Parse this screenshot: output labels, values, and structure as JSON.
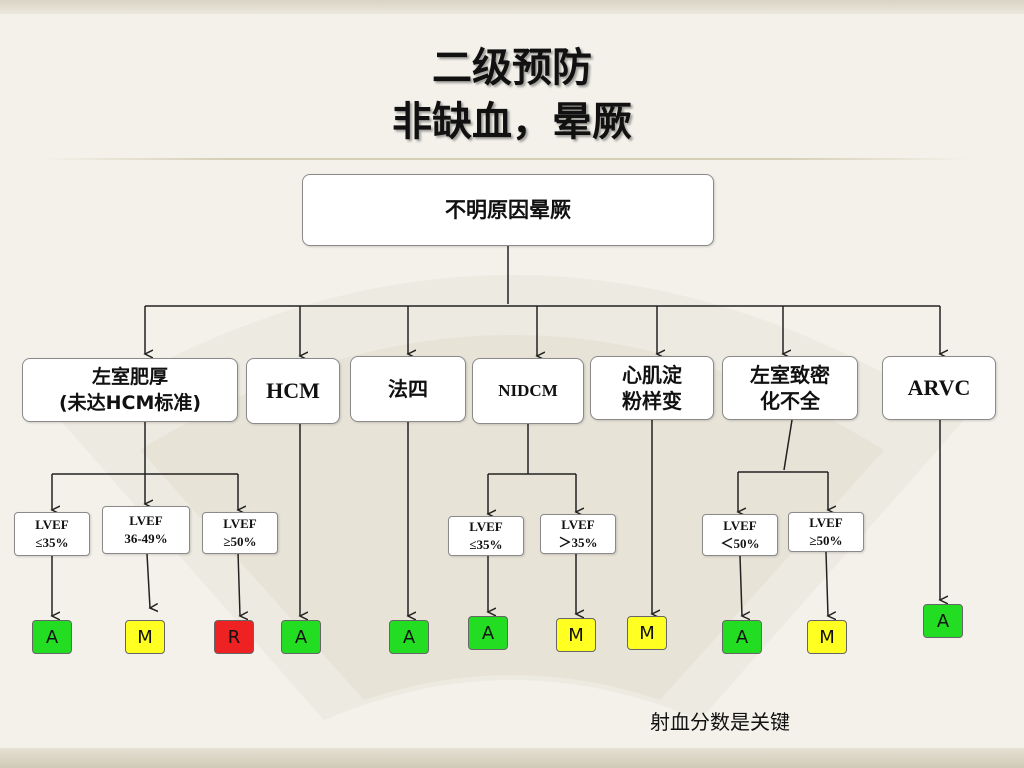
{
  "title": {
    "line1": "二级预防",
    "line2": "非缺血，晕厥"
  },
  "root": "不明原因晕厥",
  "categories": {
    "lvh": "左室肥厚\n(未达HCM标准)",
    "hcm": "HCM",
    "tof": "法四",
    "nidcm": "NIDCM",
    "amyloid": "心肌淀\n粉样变",
    "lvnc": "左室致密\n化不全",
    "arvc": "ARVC"
  },
  "lvef": {
    "lvh_le35": "LVEF\n≤35%",
    "lvh_36_49": "LVEF\n36-49%",
    "lvh_ge50": "LVEF\n≥50%",
    "nidcm_le35": "LVEF\n≤35%",
    "nidcm_gt35": "LVEF\n＞35%",
    "lvnc_lt50": "LVEF\n＜50%",
    "lvnc_ge50": "LVEF\n≥50%"
  },
  "badges": {
    "b1": "A",
    "b2": "M",
    "b3": "R",
    "b4": "A",
    "b5": "A",
    "b6": "A",
    "b7": "M",
    "b8": "M",
    "b9": "A",
    "b10": "M",
    "b11": "A"
  },
  "colors": {
    "A": "#22dd22",
    "M": "#ffff22",
    "R": "#ee2222"
  },
  "footnote": "射血分数是关键"
}
